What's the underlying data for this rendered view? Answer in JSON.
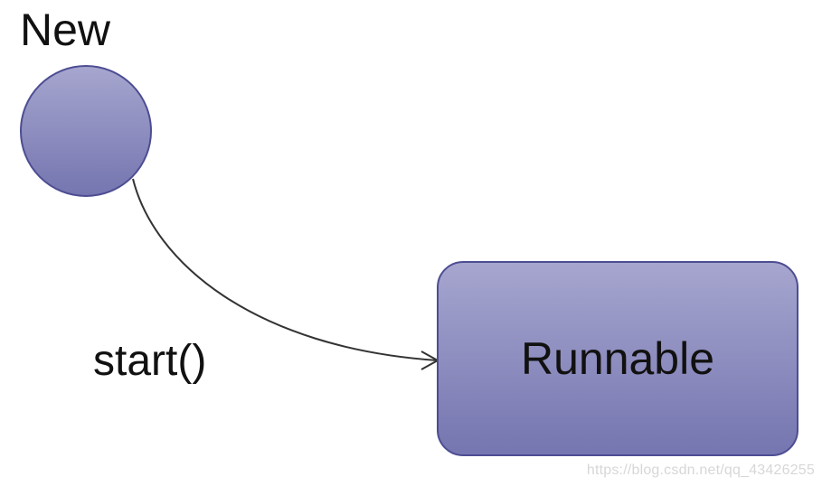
{
  "diagram": {
    "new_state": {
      "label": "New"
    },
    "runnable_state": {
      "label": "Runnable"
    },
    "transition": {
      "label": "start()"
    },
    "watermark": "https://blog.csdn.net/qq_43426255",
    "colors": {
      "shape_fill_top": "#a6a6cf",
      "shape_fill_bottom": "#7575b0",
      "shape_border": "#4d4d93",
      "edge": "#333333"
    }
  }
}
